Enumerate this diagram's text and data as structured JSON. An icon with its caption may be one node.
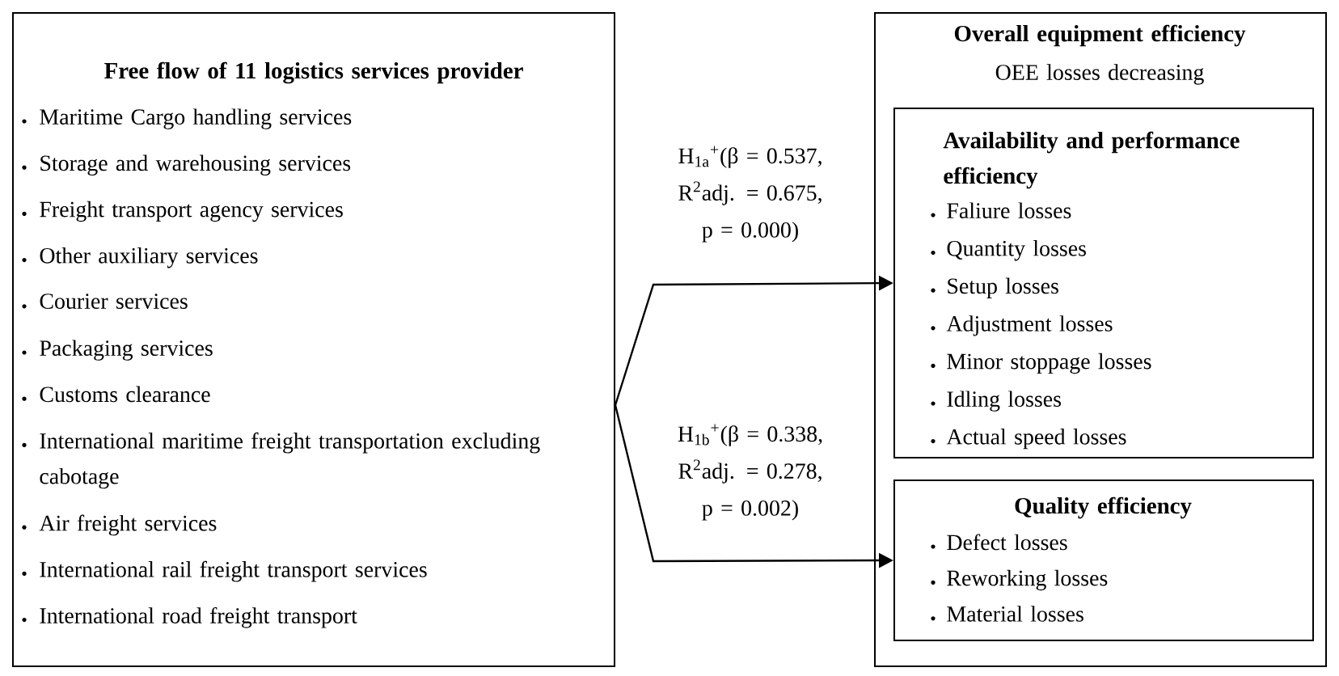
{
  "diagram": {
    "nodes": [
      {
        "text": [
          "Free flow of 11 logistics services provider",
          "Maritime Cargo handling services",
          "Storage and warehousing services",
          "Freight transport agency services",
          "Other auxiliary services",
          "Courier services",
          "Packaging services",
          "Customs clearance",
          "International maritime freight transportation excluding cabotage",
          "Air freight services",
          "International rail freight transport services",
          "International road freight transport"
        ]
      },
      {
        "text": [
          "Overall equipment efficiency",
          "OEE losses decreasing"
        ]
      },
      {
        "text": [
          "Availability and performance efficiency",
          "Faliure losses",
          "Quantity losses",
          "Setup losses",
          "Adjustment losses",
          "Minor stoppage losses",
          "Idling losses",
          "Actual speed losses"
        ],
        "in": 1
      },
      {
        "text": [
          "Quality efficiency",
          "Defect losses",
          "Reworking losses",
          "Material losses"
        ],
        "in": 1
      }
    ],
    "edges": [
      {
        "from": 0,
        "to": 2,
        "arrow": "to",
        "label": "H$_{1a}$$^{+}$(β = 0.537, R$^{2}$adj. = 0.675, p = 0.000)"
      },
      {
        "from": 0,
        "to": 3,
        "arrow": "to",
        "label": "H$_{1b}$$^{+}$(β = 0.338, R$^{2}$adj. = 0.278, p = 0.002)"
      }
    ]
  }
}
